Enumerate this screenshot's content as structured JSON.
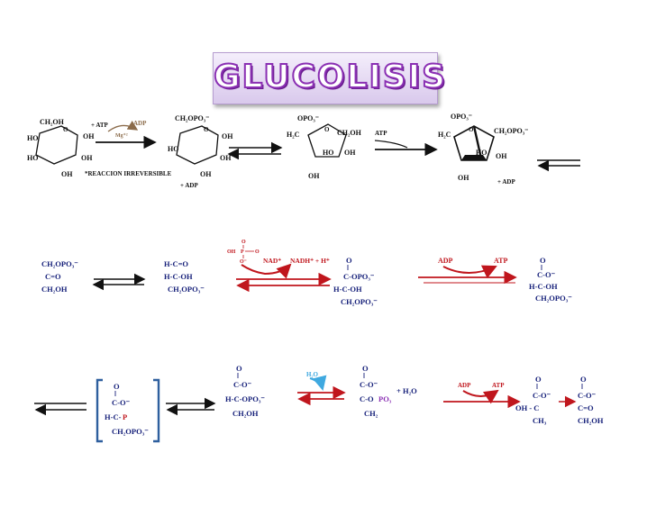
{
  "title": "GLUCOLISIS",
  "colors": {
    "navy": "#16207a",
    "red": "#c0161d",
    "purple": "#8a2fb3",
    "brown": "#8b6b4a",
    "blue": "#3fa9e0",
    "black": "#111111"
  },
  "row1": {
    "glucose": {
      "ch2oh": "CH₂OH",
      "oh_a": "OH",
      "ho_a": "HO",
      "ho_b": "HO",
      "oh_b": "OH",
      "oh_c": "OH"
    },
    "step1": {
      "atp": "+ ATP",
      "adp": "ADP",
      "mg": "Mg⁺²",
      "note": "*REACCION IRREVERSIBLE"
    },
    "g6p": {
      "ch2opo3": "CH₂OPO₃⁻",
      "oh_a": "OH",
      "ho": "HO",
      "oh_b": "OH",
      "oh_c": "OH",
      "adp": "+ ADP"
    },
    "f6p": {
      "opo3": "OPO₃⁻",
      "h2c": "H₂C",
      "ch2oh": "CH₂OH",
      "ho": "HO",
      "oh_a": "OH",
      "oh_b": "OH"
    },
    "step3": {
      "atp": "ATP"
    },
    "f16bp": {
      "opo3": "OPO₃⁻",
      "h2c": "H₂C",
      "ch2opo3": "CH₂OPO₃⁻",
      "ho": "HO",
      "oh_a": "OH",
      "oh_b": "OH",
      "adp": "+ ADP"
    }
  },
  "row2": {
    "dhap": {
      "l1": "CH₂OPO₃⁻",
      "l2": "C=O",
      "l3": "CH₂OH"
    },
    "gap": {
      "l1": "H-C=O",
      "l2": "H-C-OH",
      "l3": "CH₂OPO₃⁻"
    },
    "pi": {
      "top": "O",
      "oh": "OH",
      "p": "P",
      "o_right": "O",
      "o_bottom": "O⁻"
    },
    "step6": {
      "nad": "NAD⁺",
      "nadh": "NADH⁺ + H⁺"
    },
    "bpg": {
      "o": "O",
      "l1": "C-OPO₃⁻",
      "l2": "H-C-OH",
      "l3": "CH₂OPO₃⁻"
    },
    "step7": {
      "adp": "ADP",
      "atp": "ATP"
    },
    "pg3": {
      "o": "O",
      "l1": "C-O⁻",
      "l2": "H-C-OH",
      "l3": "CH₂OPO₃⁻"
    }
  },
  "row3": {
    "inter": {
      "o": "O",
      "l1": "C-O⁻",
      "l2a": "H-C-",
      "l2b": "P",
      "l3": "CH₂OPO₃⁻"
    },
    "pg2": {
      "o": "O",
      "l1": "C-O⁻",
      "l2": "H-C-OPO₃⁻",
      "l3": "CH₂OH"
    },
    "step9": {
      "h2o": "H₂O"
    },
    "pep": {
      "o": "O",
      "l1": "C-O⁻",
      "l2a": "C-O",
      "l2b": "PO₃",
      "l3": "CH₂",
      "h2o": "+ H₂O"
    },
    "step10": {
      "adp": "ADP",
      "atp": "ATP"
    },
    "enol": {
      "o": "O",
      "l1": "C-O⁻",
      "l2": "OH - C",
      "l3": "CH₃"
    },
    "pyruvate": {
      "o": "O",
      "l1": "C-O⁻",
      "l2": "C=O",
      "l3": "CH₂OH"
    }
  }
}
